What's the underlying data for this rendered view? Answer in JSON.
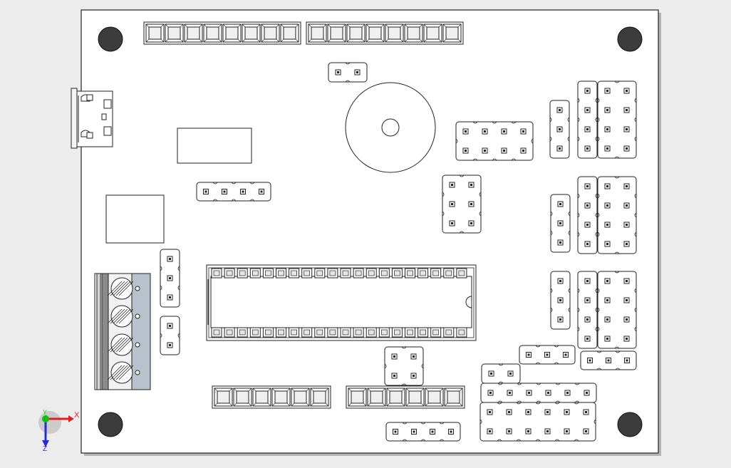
{
  "view": {
    "background": "#ececec",
    "board_fill": "#ffffff",
    "outline": "#222222",
    "hole_fill": "#3c3c3c",
    "shadow": "#b4b4b4"
  },
  "triad": {
    "x_label": "X",
    "y_label": "Y",
    "z_label": "Z",
    "x_color": "#e02020",
    "y_color": "#10c010",
    "z_color": "#2a2ad8"
  }
}
